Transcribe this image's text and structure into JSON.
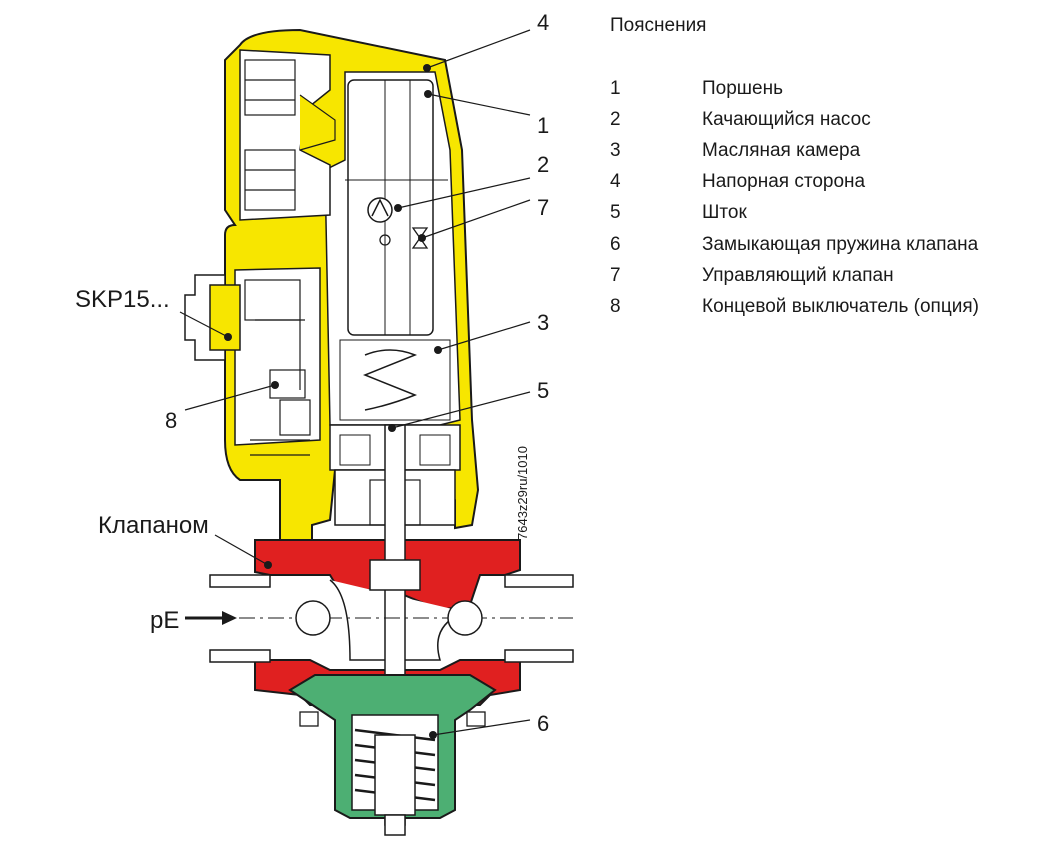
{
  "legend": {
    "title": "Пояснения",
    "items": [
      {
        "num": "1",
        "text": "Поршень"
      },
      {
        "num": "2",
        "text": "Качающийся насос"
      },
      {
        "num": "3",
        "text": "Масляная камера"
      },
      {
        "num": "4",
        "text": "Напорная сторона"
      },
      {
        "num": "5",
        "text": "Шток"
      },
      {
        "num": "6",
        "text": "Замыкающая пружина клапана"
      },
      {
        "num": "7",
        "text": "Управляющий клапан"
      },
      {
        "num": "8",
        "text": "Концевой выключатель (опция)"
      }
    ]
  },
  "callouts": {
    "n1": "1",
    "n2": "2",
    "n3": "3",
    "n4": "4",
    "n5": "5",
    "n6": "6",
    "n7": "7",
    "n8": "8"
  },
  "labels": {
    "skp": "SKP15...",
    "valve": "Клапаном",
    "pressure": "pE",
    "drawing_code": "7643z29ru/1010"
  },
  "colors": {
    "actuator": "#f7e600",
    "valve_body": "#e02020",
    "spring_housing": "#4daf73",
    "outline": "#1a1a1a"
  }
}
